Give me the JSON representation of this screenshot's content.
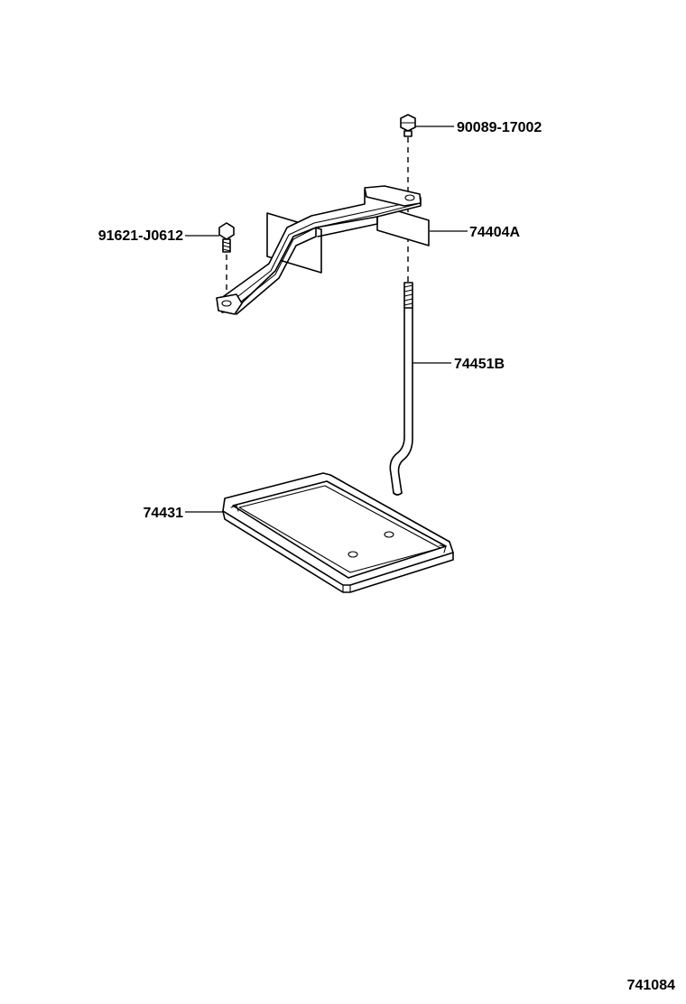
{
  "parts": {
    "bolt_top": "90089-17002",
    "bolt_left": "91621-J0612",
    "clamp": "74404A",
    "rod": "74451B",
    "tray": "74431"
  },
  "figure_number": "741084"
}
